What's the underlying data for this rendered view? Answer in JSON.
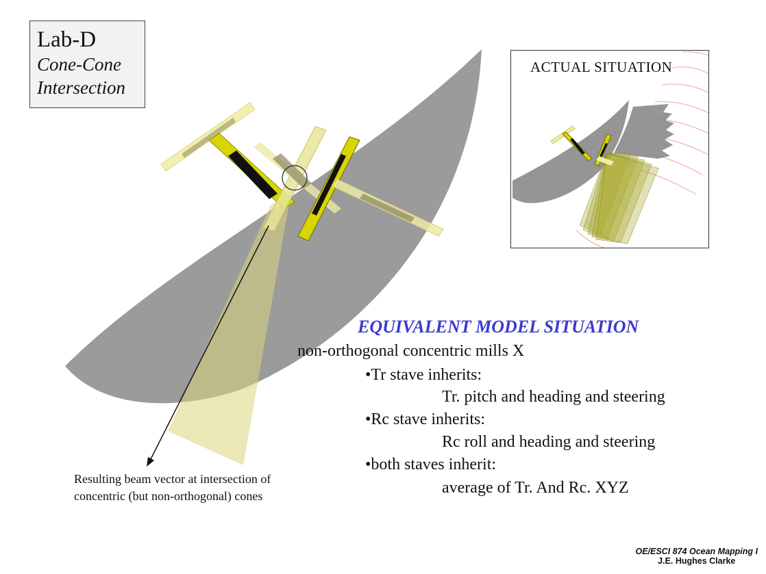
{
  "title": {
    "main": "Lab-D",
    "sub_line1": "Cone-Cone",
    "sub_line2": "Intersection"
  },
  "inset": {
    "label": "ACTUAL  SITUATION"
  },
  "model": {
    "heading": "EQUIVALENT MODEL SITUATION",
    "line1": "non-orthogonal concentric mills  X",
    "bullet1": "•Tr stave inherits:",
    "detail1": "Tr. pitch and heading and steering",
    "bullet2": "•Rc stave inherits:",
    "detail2": "Rc roll and heading and steering",
    "bullet3": "•both staves inherit:",
    "detail3": "average of Tr. And Rc. XYZ"
  },
  "caption": {
    "line1": "Resulting beam vector at intersection of",
    "line2": "concentric (but non-orthogonal) cones"
  },
  "footer": {
    "course": "OE/ESCI 874 Ocean Mapping I",
    "author": "J.E. Hughes Clarke"
  },
  "colors": {
    "swath_gray": "#8a8a8a",
    "stave_yellow": "#d4d400",
    "stave_pale": "#f0eea8",
    "fan_olive": "#a8a830",
    "heading_blue": "#3a3ad0",
    "arc_pink": "#f0a0a0"
  }
}
